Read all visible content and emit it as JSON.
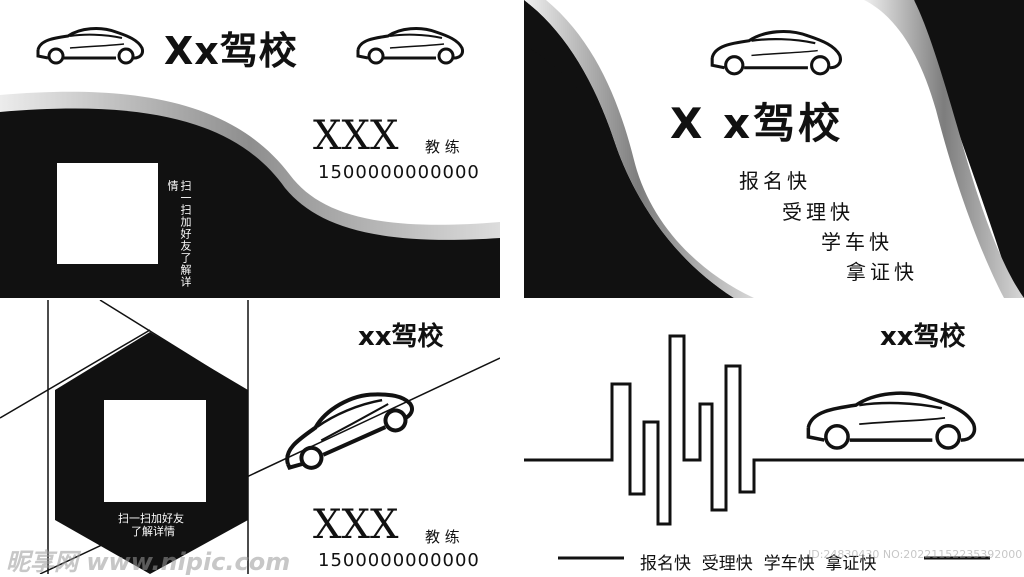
{
  "card1": {
    "school_name": "Xx驾校",
    "coach_name": "XXX",
    "coach_title": "教 练",
    "phone": "1500000000000",
    "qr_caption_col1": "扫一扫加好友",
    "qr_caption_col2": "了解详情"
  },
  "card2": {
    "school_name": "X x驾校",
    "slogans": [
      "报名快",
      "受理快",
      "学车快",
      "拿证快"
    ]
  },
  "card3": {
    "school_name": "xx驾校",
    "qr_caption_line1": "扫一扫加好友",
    "qr_caption_line2": "了解详情",
    "coach_name": "XXX",
    "coach_title": "教 练",
    "phone": "1500000000000"
  },
  "card4": {
    "school_name": "xx驾校",
    "slogan_line": "报名快  受理快  学车快  拿证快"
  },
  "watermark": {
    "logo_text": "昵享网 www.nipic.com",
    "id_text": "ID:24830430 NO:20221152235392000"
  },
  "colors": {
    "black": "#111111",
    "silver": "#b8b8b8",
    "white": "#ffffff"
  }
}
